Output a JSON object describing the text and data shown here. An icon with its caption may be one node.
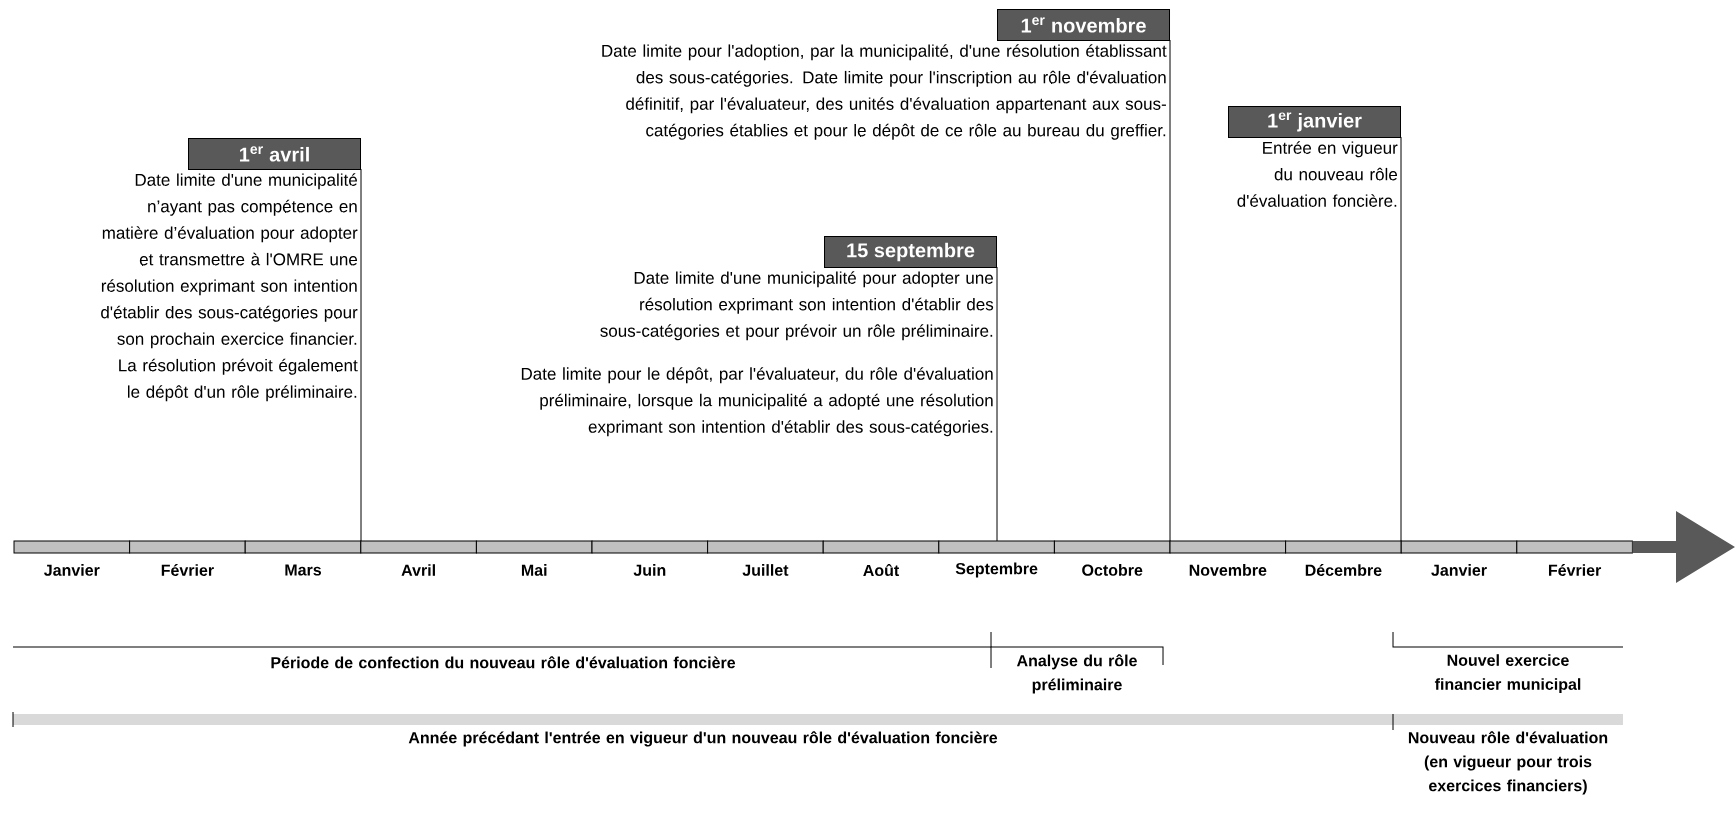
{
  "diagram": {
    "nodes": [
      {
        "text": [
          "1$^{er}$ avril",
          "Date limite d'une municipalité n’ayant pas compétence en matière d’évaluation pour adopter et transmettre à l'OMRE une résolution exprimant son intention d'établir des sous-catégories pour son prochain exercice financier. La résolution prévoit également le dépôt d'un rôle préliminaire."
        ]
      },
      {
        "text": [
          "15 septembre",
          "Date limite d'une municipalité pour adopter une résolution exprimant son intention d'établir des sous-catégories et pour prévoir un rôle préliminaire.",
          "Date limite pour le dépôt, par l'évaluateur, du rôle d'évaluation préliminaire, lorsque la municipalité a adopté une résolution exprimant son intention d'établir des sous-catégories."
        ]
      },
      {
        "text": [
          "1$^{er}$ novembre",
          "Date limite pour l'adoption, par la municipalité, d'une résolution établissant des sous-catégories. Date limite pour l'inscription au rôle d'évaluation définitif, par l'évaluateur, des unités d'évaluation appartenant aux sous-catégories établies et pour le dépôt de ce rôle au bureau du greffier."
        ]
      },
      {
        "text": [
          "1$^{er}$ janvier",
          "Entrée en vigueur du nouveau rôle d'évaluation foncière."
        ]
      }
    ],
    "labels": [
      "Janvier",
      "Février",
      "Mars",
      "Avril",
      "Mai",
      "Juin",
      "Juillet",
      "Août",
      "Septembre",
      "Octobre",
      "Novembre",
      "Décembre",
      "Janvier",
      "Février",
      "Période de confection du nouveau rôle d'évaluation foncière",
      "Analyse du rôle préliminaire",
      "Nouvel exercice financier municipal",
      "Année précédant l'entrée en vigueur d'un nouveau rôle d'évaluation foncière",
      "Nouveau rôle d'évaluation (en vigueur pour trois exercices financiers)"
    ]
  }
}
